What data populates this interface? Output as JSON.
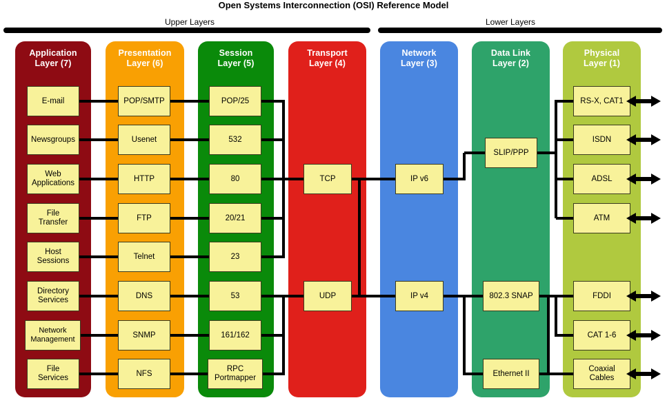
{
  "title": "Open Systems Interconnection (OSI) Reference Model",
  "groups": [
    {
      "label": "Upper Layers"
    },
    {
      "label": "Lower Layers"
    }
  ],
  "layers": [
    {
      "id": "application",
      "title": "Application\nLayer (7)",
      "title_line1": "Application",
      "title_line2": "Layer (7)",
      "color": "#8E0B13",
      "items": [
        {
          "label": "E-mail"
        },
        {
          "label": "Newsgroups"
        },
        {
          "label": "Web Applications",
          "l1": "Web",
          "l2": "Applications"
        },
        {
          "label": "File Transfer",
          "l1": "File",
          "l2": "Transfer"
        },
        {
          "label": "Host Sessions",
          "l1": "Host",
          "l2": "Sessions"
        },
        {
          "label": "Directory Services",
          "l1": "Directory",
          "l2": "Services"
        },
        {
          "label": "Network Management",
          "l1": "Network",
          "l2": "Management"
        },
        {
          "label": "File Services",
          "l1": "File",
          "l2": "Services"
        }
      ]
    },
    {
      "id": "presentation",
      "title": "Presentation Layer (6)",
      "title_line1": "Presentation",
      "title_line2": "Layer (6)",
      "color": "#F9A003",
      "items": [
        {
          "label": "POP/SMTP"
        },
        {
          "label": "Usenet"
        },
        {
          "label": "HTTP"
        },
        {
          "label": "FTP"
        },
        {
          "label": "Telnet"
        },
        {
          "label": "DNS"
        },
        {
          "label": "SNMP"
        },
        {
          "label": "NFS"
        }
      ]
    },
    {
      "id": "session",
      "title": "Session Layer (5)",
      "title_line1": "Session",
      "title_line2": "Layer (5)",
      "color": "#0A8A0A",
      "items": [
        {
          "label": "POP/25"
        },
        {
          "label": "532"
        },
        {
          "label": "80"
        },
        {
          "label": "20/21"
        },
        {
          "label": "23"
        },
        {
          "label": "53"
        },
        {
          "label": "161/162"
        },
        {
          "label": "RPC Portmapper",
          "l1": "RPC",
          "l2": "Portmapper"
        }
      ]
    },
    {
      "id": "transport",
      "title": "Transport Layer (4)",
      "title_line1": "Transport",
      "title_line2": "Layer (4)",
      "color": "#E0201B",
      "items": [
        {
          "label": "TCP"
        },
        {
          "label": "UDP"
        }
      ]
    },
    {
      "id": "network",
      "title": "Network Layer (3)",
      "title_line1": "Network",
      "title_line2": "Layer (3)",
      "color": "#4A86E0",
      "items": [
        {
          "label": "IP v6"
        },
        {
          "label": "IP v4"
        }
      ]
    },
    {
      "id": "datalink",
      "title": "Data Link Layer (2)",
      "title_line1": "Data Link",
      "title_line2": "Layer (2)",
      "color": "#2EA36A",
      "items": [
        {
          "label": "SLIP/PPP"
        },
        {
          "label": "802.3 SNAP"
        },
        {
          "label": "Ethernet II"
        }
      ]
    },
    {
      "id": "physical",
      "title": "Physical Layer (1)",
      "title_line1": "Physical",
      "title_line2": "Layer (1)",
      "color": "#B0C93F",
      "items": [
        {
          "label": "RS-X, CAT1"
        },
        {
          "label": "ISDN"
        },
        {
          "label": "ADSL"
        },
        {
          "label": "ATM"
        },
        {
          "label": "FDDI"
        },
        {
          "label": "CAT 1-6"
        },
        {
          "label": "Coaxial Cables",
          "l1": "Coaxial",
          "l2": "Cables"
        }
      ]
    }
  ],
  "colors": {
    "box_fill": "#F8F29A",
    "box_border": "#3A3A1E",
    "wire": "#000000",
    "background": "#FFFFFF"
  }
}
